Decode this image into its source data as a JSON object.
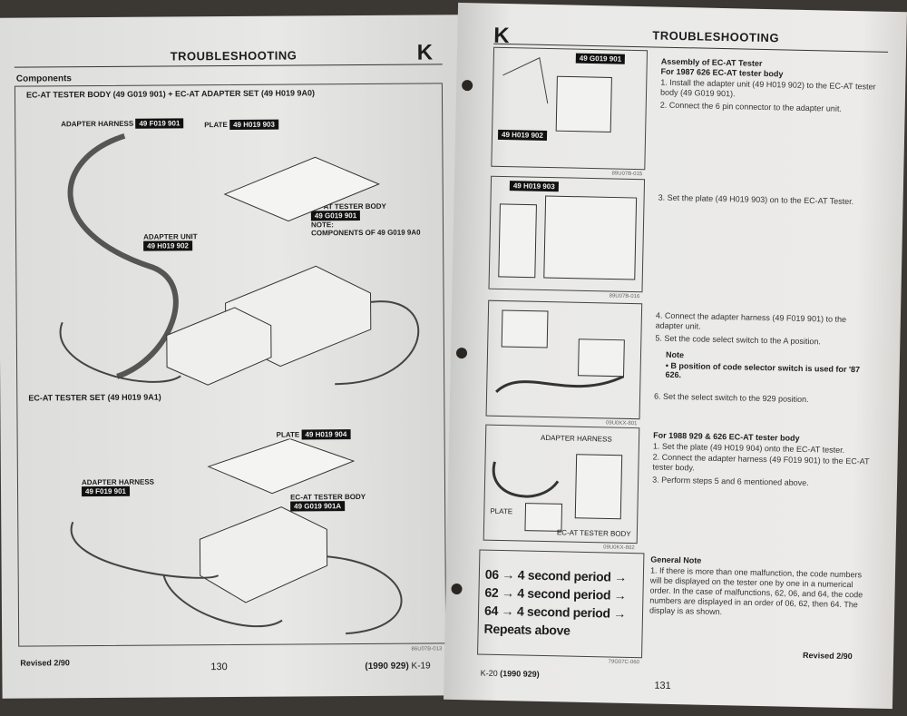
{
  "left_page": {
    "header": "TROUBLESHOOTING",
    "section_letter": "K",
    "section_title": "Components",
    "figure1": {
      "title": "EC-AT TESTER BODY (49 G019 901) + EC-AT ADAPTER SET (49 H019 9A0)",
      "adapter_harness_label": "ADAPTER HARNESS",
      "adapter_harness_code": "49 F019 901",
      "plate_label": "PLATE",
      "plate_code": "49 H019 903",
      "tester_body_label": "EC-AT TESTER BODY",
      "tester_body_code": "49 G019 901",
      "note": "NOTE:",
      "note_text": "COMPONENTS OF 49 G019 9A0",
      "adapter_unit_label": "ADAPTER UNIT",
      "adapter_unit_code": "49 H019 902"
    },
    "figure2": {
      "title": "EC-AT TESTER SET (49 H019 9A1)",
      "plate_label": "PLATE",
      "plate_code": "49 H019 904",
      "adapter_harness_label": "ADAPTER HARNESS",
      "adapter_harness_code": "49 F019 901",
      "tester_body_label": "EC-AT TESTER BODY",
      "tester_body_code": "49 G019 901A"
    },
    "figure_code": "86U07B-013",
    "footer_revised": "Revised 2/90",
    "page_number": "130",
    "footer_ref_bold": "(1990 929)",
    "footer_ref": "K-19"
  },
  "right_page": {
    "section_letter": "K",
    "header": "TROUBLESHOOTING",
    "fig1": {
      "code1": "49 G019 901",
      "code2": "49 H019 902",
      "figcode": "89U07B-015"
    },
    "fig2": {
      "code1": "49 H019 903",
      "figcode": "89U07B-016"
    },
    "fig3": {
      "figcode": "09U0KX-801"
    },
    "fig4": {
      "harness": "ADAPTER HARNESS",
      "plate": "PLATE",
      "body": "EC-AT TESTER BODY",
      "figcode": "09U0KX-802"
    },
    "fig5": {
      "lines": [
        "06 → 4 second period →",
        "62 → 4 second period →",
        "64 → 4 second period →",
        "Repeats above"
      ],
      "figcode": "79G07C-060"
    },
    "assembly_title": "Assembly of EC-AT Tester",
    "sub1": "For 1987 626 EC-AT tester body",
    "steps1": [
      "1. Install the adapter unit (49 H019 902) to the EC-AT tester body (49 G019 901).",
      "2. Connect the 6 pin connector to the adapter unit.",
      "3. Set the plate (49 H019 903) on to the EC-AT Tester.",
      "4. Connect the adapter harness (49 F019 901) to the adapter unit.",
      "5. Set the code select switch to the A position."
    ],
    "note_title": "Note",
    "note_text": "• B position of code selector switch is used for '87 626.",
    "step6": "6. Set the select switch to the 929 position.",
    "sub2": "For 1988 929 & 626 EC-AT tester body",
    "steps2": [
      "1. Set the plate (49 H019 904) onto the EC-AT tester.",
      "2. Connect the adapter harness (49 F019 901) to the EC-AT tester body.",
      "3. Perform steps 5 and 6 mentioned above."
    ],
    "general_note_title": "General Note",
    "general_note": "1. If there is more than one malfunction, the code numbers will be displayed on the tester one by one in a numerical order. In the case of malfunctions, 62, 06, and 64, the code numbers are displayed in an order of 06, 62, then 64. The display is as shown.",
    "footer_ref": "K-20",
    "footer_ref_bold": "(1990 929)",
    "page_number": "131",
    "footer_revised": "Revised 2/90"
  }
}
